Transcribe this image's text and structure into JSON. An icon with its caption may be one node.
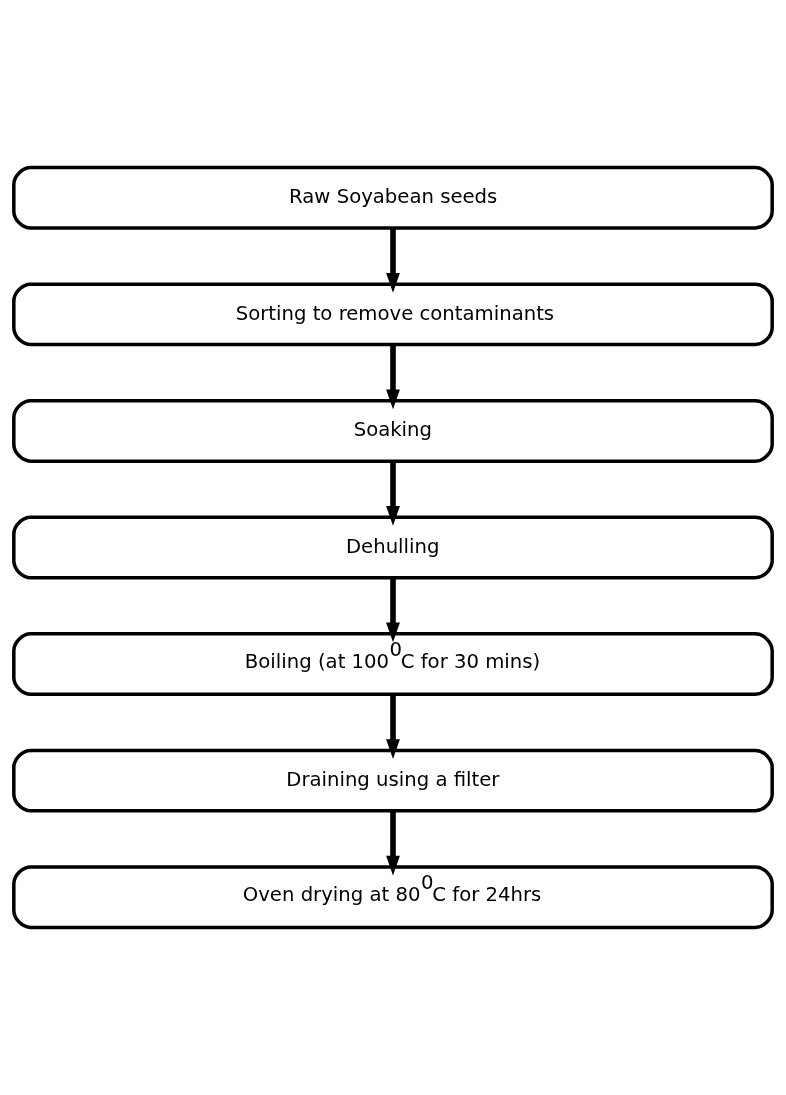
{
  "diagram": {
    "nodes": [
      {
        "text": [
          "Raw Soyabean seeds"
        ]
      },
      {
        "text": [
          "Sorting to remove contaminants"
        ]
      },
      {
        "text": [
          "Soaking"
        ]
      },
      {
        "text": [
          "Dehulling"
        ]
      },
      {
        "text": [
          "Boiling (at 100$^{0}$C for 30 mins)"
        ]
      },
      {
        "text": [
          "Draining using a filter"
        ]
      },
      {
        "text": [
          "Oven drying at 80$^{0}$C for 24hrs"
        ]
      }
    ],
    "edges": [
      {
        "from": 0,
        "to": 1,
        "arrow": "to"
      },
      {
        "from": 1,
        "to": 2,
        "arrow": "to"
      },
      {
        "from": 2,
        "to": 3,
        "arrow": "to"
      },
      {
        "from": 3,
        "to": 4,
        "arrow": "to"
      },
      {
        "from": 4,
        "to": 5,
        "arrow": "to"
      },
      {
        "from": 5,
        "to": 6,
        "arrow": "to"
      }
    ]
  }
}
